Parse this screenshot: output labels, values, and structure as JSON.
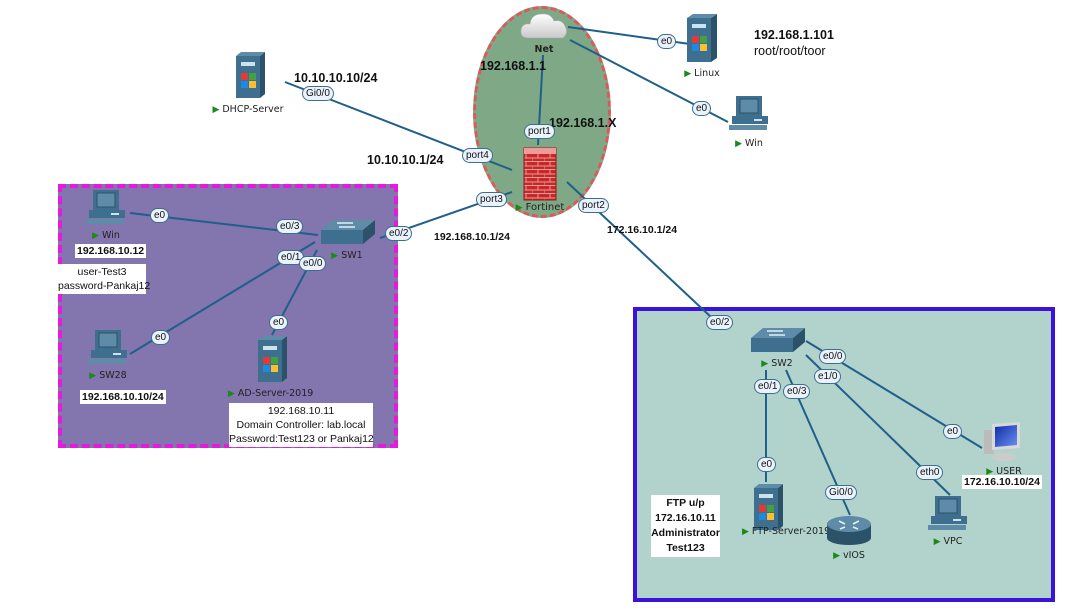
{
  "zones": {
    "lan_color": "#8375ad",
    "lan_border": "#e619dc",
    "dmz_color": "#b1d3cc",
    "dmz_border": "#3a12d9",
    "wan_color": "#7fa886",
    "wan_border": "#d95a5a"
  },
  "nodes": {
    "net": {
      "name": "Net"
    },
    "linux": {
      "name": "Linux"
    },
    "win_top": {
      "name": "Win"
    },
    "dhcp": {
      "name": "DHCP-Server"
    },
    "fortinet": {
      "name": "Fortinet"
    },
    "win_lan": {
      "name": "Win"
    },
    "sw1": {
      "name": "SW1"
    },
    "sw28": {
      "name": "SW28"
    },
    "ad": {
      "name": "AD-Server-2019"
    },
    "sw2": {
      "name": "SW2"
    },
    "ftp": {
      "name": "FTP-Server-2019"
    },
    "vios": {
      "name": "vIOS"
    },
    "vpc": {
      "name": "VPC"
    },
    "user": {
      "name": "USER"
    }
  },
  "ports": {
    "linux_e0": "e0",
    "wintop_e0": "e0",
    "dhcp_gi": "Gi0/0",
    "port1": "port1",
    "port2": "port2",
    "port3": "port3",
    "port4": "port4",
    "winlan_e0": "e0",
    "sw1_e03": "e0/3",
    "sw1_e01": "e0/1",
    "sw1_e00": "e0/0",
    "sw1_e02": "e0/2",
    "sw28_e0": "e0",
    "ad_e0": "e0",
    "sw2_e02": "e0/2",
    "sw2_e00": "e0/0",
    "sw2_e10": "e1/0",
    "sw2_e01": "e0/1",
    "sw2_e03": "e0/3",
    "ftp_e0": "e0",
    "vios_gi": "Gi0/0",
    "vpc_eth0": "eth0",
    "user_e0": "e0"
  },
  "labels": {
    "net_ip": "192.168.1.1",
    "fortinet_wan_ip": "192.168.1.X",
    "linux_ip": "192.168.1.101",
    "linux_cred": "root/root/toor",
    "dhcp_ip": "10.10.10.10/24",
    "port4_ip": "10.10.10.1/24",
    "port3_ip": "192.168.10.1/24",
    "port2_ip": "172.16.10.1/24"
  },
  "notes": {
    "win_lan_ip": "192.168.10.12",
    "win_lan_user": "user-Test3",
    "win_lan_pass": "password-Pankaj12",
    "sw28_ip": "192.168.10.10/24",
    "ad_ip": "192.168.10.11",
    "ad_domain": "Domain Controller: lab.local",
    "ad_pass": "Password:Test123 or Pankaj12",
    "ftp_title": "FTP u/p",
    "ftp_ip": "172.16.10.11",
    "ftp_user": "Administrator",
    "ftp_pass": "Test123",
    "user_ip": "172.16.10.10/24"
  }
}
